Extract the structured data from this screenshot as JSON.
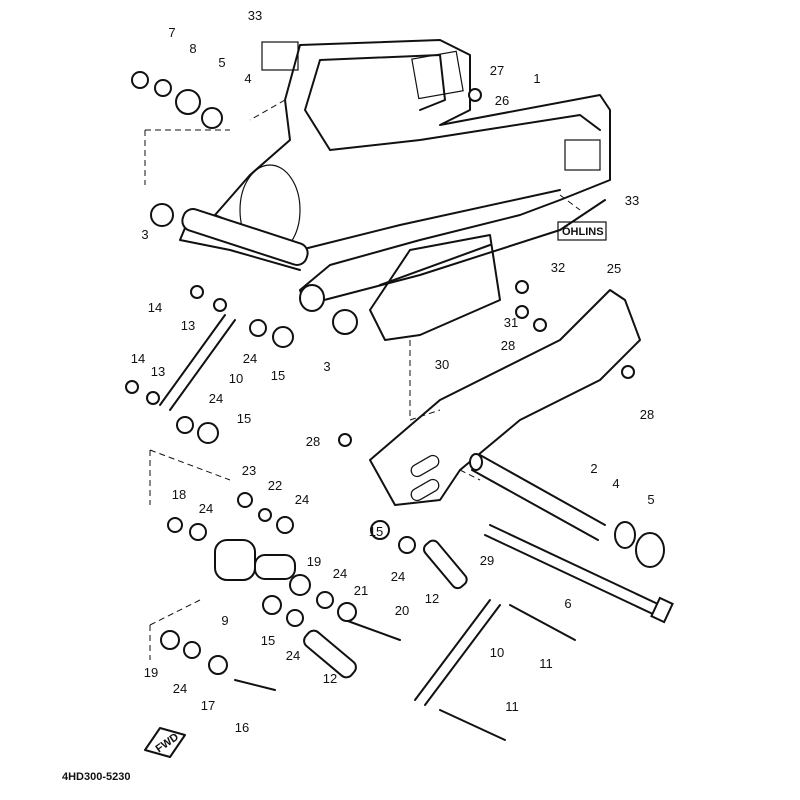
{
  "diagram": {
    "part_code": "4HD300-5230",
    "fwd_label": "FWD",
    "brand_label": "ÖHLINS",
    "callouts": [
      "33",
      "7",
      "8",
      "5",
      "4",
      "27",
      "26",
      "1",
      "33",
      "3",
      "25",
      "32",
      "14",
      "13",
      "31",
      "28",
      "24",
      "15",
      "3",
      "30",
      "14",
      "13",
      "10",
      "24",
      "15",
      "28",
      "28",
      "2",
      "23",
      "22",
      "24",
      "18",
      "24",
      "4",
      "5",
      "15",
      "19",
      "24",
      "21",
      "29",
      "24",
      "12",
      "6",
      "20",
      "9",
      "15",
      "24",
      "12",
      "10",
      "11",
      "19",
      "24",
      "17",
      "16",
      "11"
    ]
  }
}
